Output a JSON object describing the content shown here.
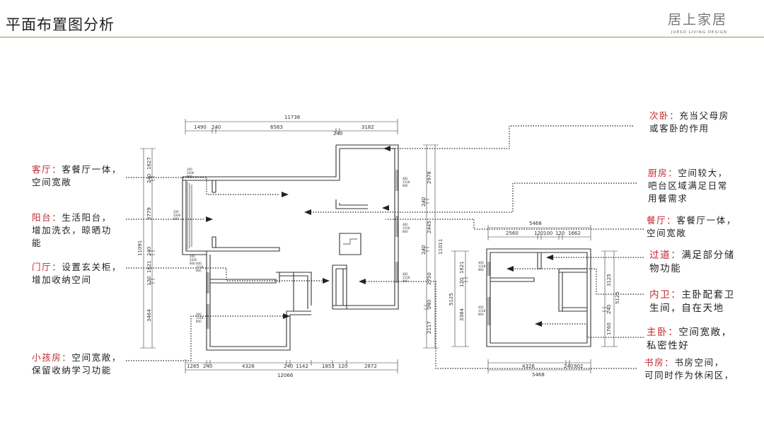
{
  "header": {
    "title": "平面布置图分析"
  },
  "logo": {
    "main": "居上家居",
    "sub": "JUESO  LIVING DESIGN"
  },
  "colors": {
    "accent_red": "#c0272d",
    "rule_gold": "#a78a55",
    "wall": "#333333"
  },
  "annotations": {
    "living": {
      "name": "客厅：",
      "l1": "客餐厅一体，",
      "l2": "空间宽敞"
    },
    "balcony": {
      "name": "阳台：",
      "l1": "生活阳台，",
      "l2": "增加洗衣，晾晒功",
      "l3": "能"
    },
    "entry": {
      "name": "门厅：",
      "l1": "设置玄关柜，",
      "l2": "增加收纳空间"
    },
    "kids_room": {
      "name": "小孩房：",
      "l1": "空间宽敞，",
      "l2": "保留收纳学习功能"
    },
    "second_bedroom": {
      "name": "次卧：",
      "l1": "充当父母房",
      "l2": "或客卧的作用"
    },
    "kitchen": {
      "name": "厨房：",
      "l1": "空间较大，",
      "l2": "吧台区域满足日常",
      "l3": "用餐需求"
    },
    "dining": {
      "name": "餐厅：",
      "l1": "客餐厅一体，",
      "l2": "空间宽敞"
    },
    "corridor": {
      "name": "过道：",
      "l1": "满足部分储",
      "l2": "物功能"
    },
    "inner_bath": {
      "name": "内卫：",
      "l1": "主卧配套卫",
      "l2": "生间，自在天地"
    },
    "master_bedroom": {
      "name": "主卧：",
      "l1": "空间宽敞，",
      "l2": "私密性好"
    },
    "study": {
      "name": "书房：",
      "l1": "书房空间，",
      "l2": "可同时作为休闲区，"
    }
  },
  "plan_left": {
    "top_total": "11736",
    "top_segments": [
      "1490",
      "240",
      "6583",
      "3182"
    ],
    "top_sub": "240",
    "bottom_total": "12066",
    "bottom_segments": [
      "1285",
      "240",
      "4326",
      "240",
      "1142",
      "1853",
      "120",
      "2872"
    ],
    "left_total": "11091",
    "left_segments": [
      "1627",
      "240",
      "3779",
      "240",
      "1621",
      "120",
      "3464"
    ],
    "right_total": "11011",
    "right_segments": [
      "2978",
      "240",
      "2445",
      "240",
      "2750",
      "240",
      "2117"
    ]
  },
  "plan_right": {
    "top_total": "5468",
    "top_segments": [
      "2560",
      "120",
      "100",
      "120",
      "1662"
    ],
    "bottom_segments": [
      "4326",
      "240",
      "902"
    ],
    "bottom_total": "5468",
    "left_segments": [
      "1621",
      "120",
      "5125",
      "3384"
    ],
    "right_segments": [
      "3125",
      "5125",
      "240",
      "1760"
    ]
  },
  "window_tags": {
    "a": [
      "200",
      "2000",
      "800"
    ],
    "b": [
      "481",
      "1518",
      "800"
    ],
    "c": [
      "400",
      "1318",
      "800"
    ]
  }
}
